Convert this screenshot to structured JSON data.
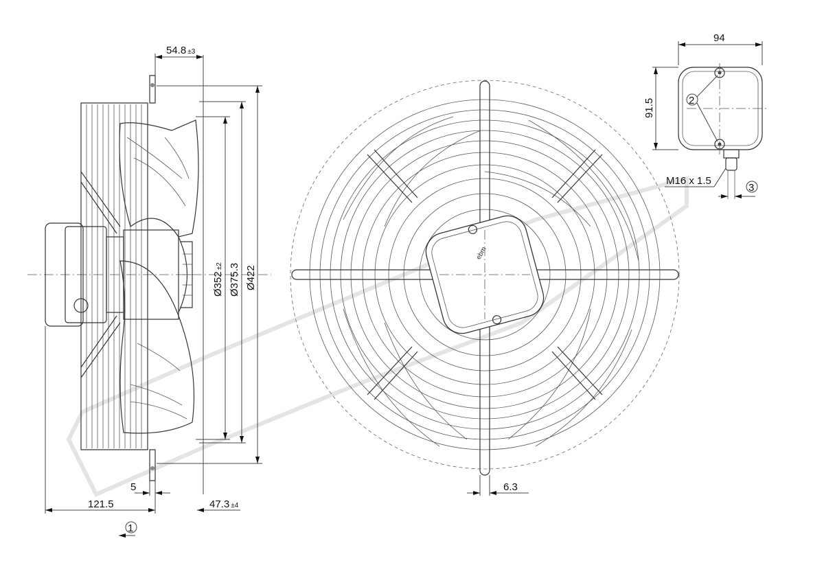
{
  "dimensions": {
    "top_offset": {
      "value": "54.8",
      "tolerance": "±3"
    },
    "dia_352": {
      "value": "Ø352",
      "tolerance": "±2"
    },
    "dia_375": {
      "value": "Ø375.3"
    },
    "dia_422": {
      "value": "Ø422"
    },
    "flange_thickness": {
      "value": "5"
    },
    "depth_motor": {
      "value": "121.5"
    },
    "depth_front": {
      "value": "47.3",
      "tolerance": "±4"
    },
    "slot_width": {
      "value": "6.3"
    },
    "box_width": {
      "value": "94"
    },
    "box_height": {
      "value": "91.5"
    },
    "thread": {
      "value": "M16 x 1.5"
    }
  },
  "callouts": {
    "airflow": "1",
    "screws": "2",
    "cable": "3"
  },
  "brand_mark": "ebm"
}
